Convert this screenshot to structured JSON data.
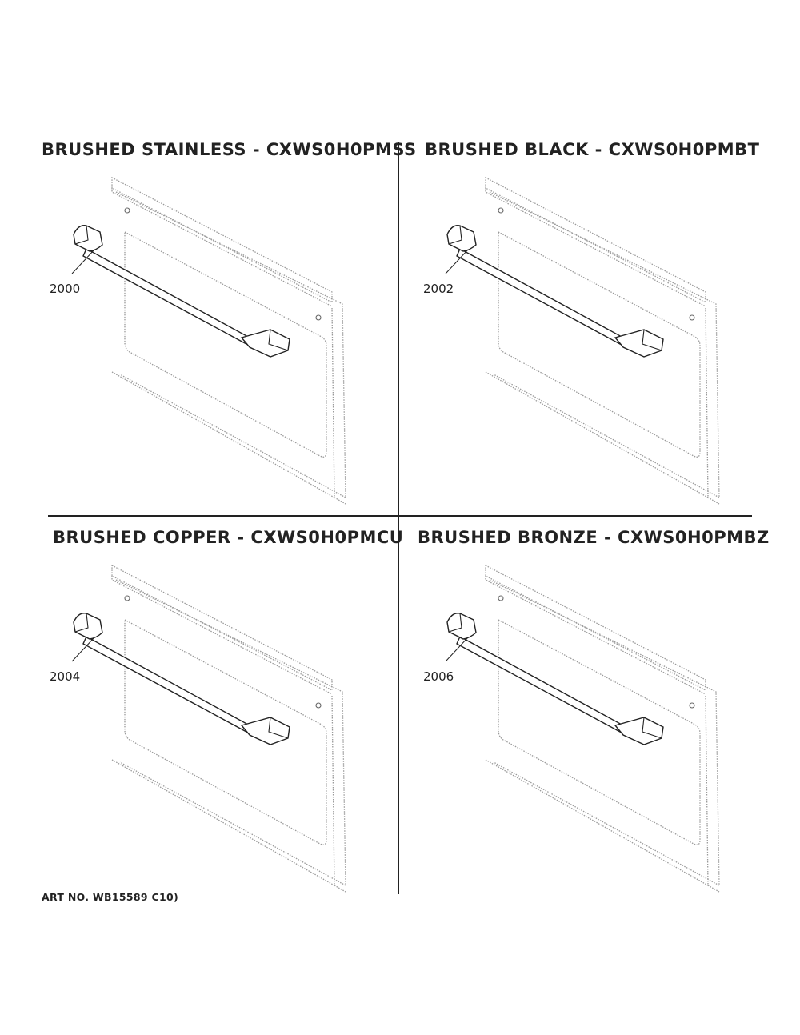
{
  "quadrants": [
    {
      "title": "BRUSHED STAINLESS - CXWS0H0PMSS",
      "ref": "2000"
    },
    {
      "title": "BRUSHED BLACK - CXWS0H0PMBT",
      "ref": "2002"
    },
    {
      "title": "BRUSHED COPPER - CXWS0H0PMCU",
      "ref": "2004"
    },
    {
      "title": "BRUSHED BRONZE - CXWS0H0PMBZ",
      "ref": "2006"
    }
  ],
  "art_no": "ART NO. WB15589 C10)",
  "colors": {
    "ink": "#222222",
    "dotted": "#9a9a9a"
  }
}
